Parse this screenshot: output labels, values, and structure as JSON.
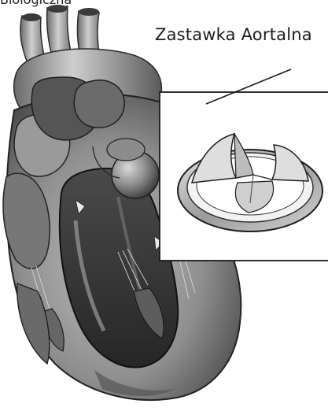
{
  "page": {
    "top_caption": "Biologiczna",
    "callout_label": "Zastawka Aortalna"
  },
  "illustration": {
    "subject": "heart-cross-section",
    "inset": "aortic-valve-prosthesis"
  }
}
